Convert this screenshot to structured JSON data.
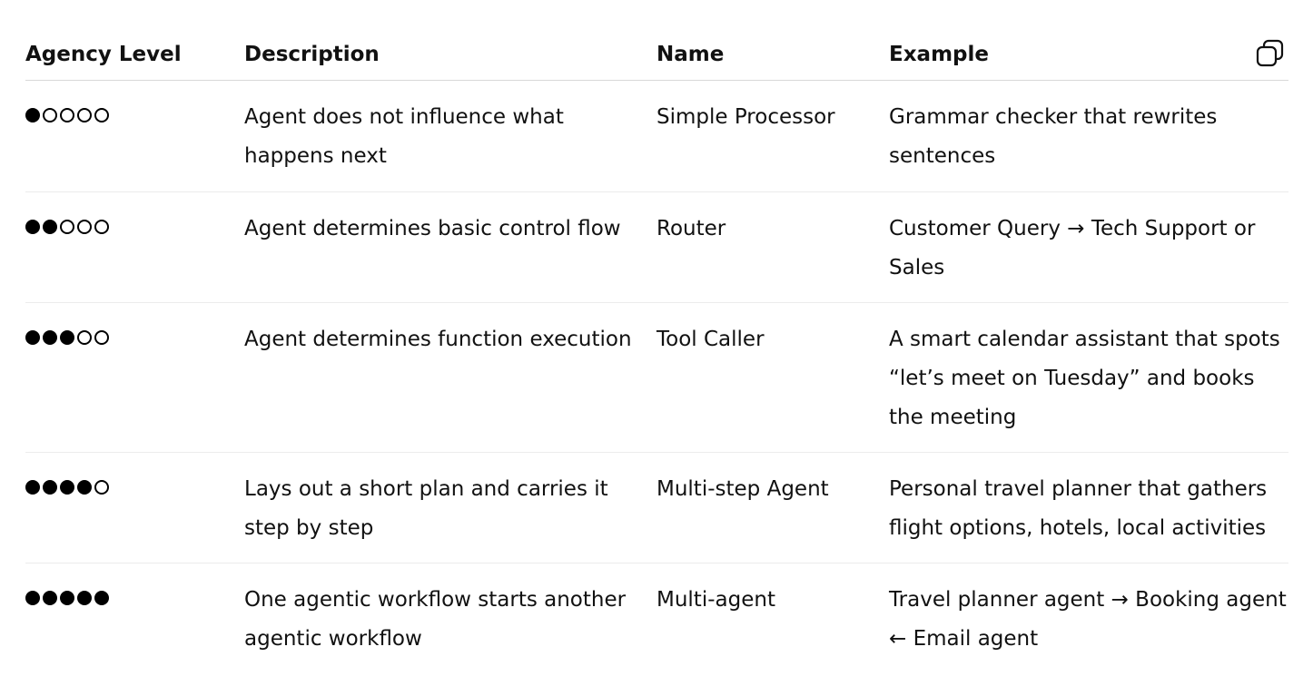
{
  "table": {
    "headers": {
      "level": "Agency Level",
      "description": "Description",
      "name": "Name",
      "example": "Example"
    },
    "copy_icon": "copy-icon",
    "max_level": 5,
    "rows": [
      {
        "level": 1,
        "description": "Agent does not influence what happens next",
        "name": "Simple Processor",
        "example": "Grammar checker that rewrites sentences"
      },
      {
        "level": 2,
        "description": "Agent determines basic control flow",
        "name": "Router",
        "example": "Customer Query → Tech Support or Sales"
      },
      {
        "level": 3,
        "description": "Agent determines function execution",
        "name": "Tool Caller",
        "example": "A smart calendar assistant that spots “let’s meet on Tuesday” and books the meeting"
      },
      {
        "level": 4,
        "description": "Lays out a short plan and carries it step by step",
        "name": "Multi-step Agent",
        "example": "Personal travel planner that gathers flight options, hotels, local activities"
      },
      {
        "level": 5,
        "description": "One agentic workflow starts another agentic workflow",
        "name": "Multi-agent",
        "example": "Travel planner agent → Booking agent ← Email agent"
      }
    ]
  }
}
